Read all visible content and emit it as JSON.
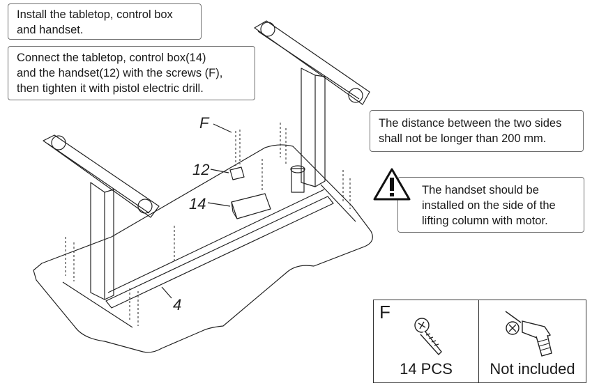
{
  "notes": {
    "install": "Install the tabletop, control box\nand handset.",
    "connect": "Connect the tabletop, control box(14)\nand the handset(12) with the screws (F),\n then tighten it with pistol electric drill.",
    "distance": "The distance between the two sides\nshall not be longer than 200 mm.",
    "handset": "The handset should be\ninstalled on the side of the\nlifting column with motor."
  },
  "callouts": {
    "screw": "F",
    "handset": "12",
    "control_box": "14",
    "crossbar": "4"
  },
  "parts_table": {
    "letter": "F",
    "screws_caption": "14 PCS",
    "drill_caption": "Not included"
  },
  "icons": {
    "warning": "warning-triangle-icon",
    "screw": "screw-icon",
    "drill": "electric-drill-icon"
  }
}
